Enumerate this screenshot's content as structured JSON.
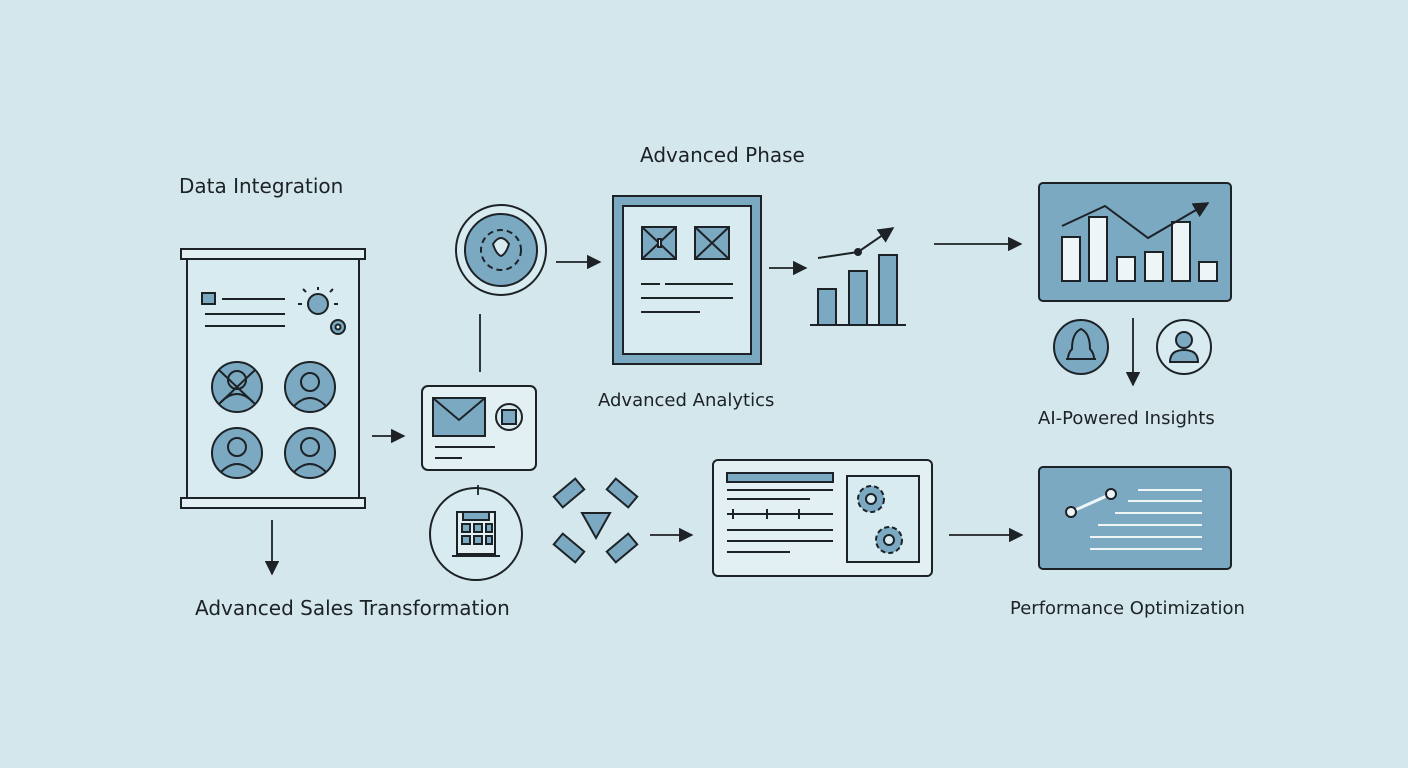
{
  "labels": {
    "data_integration": "Data Integration",
    "advanced_phase": "Advanced Phase",
    "advanced_analytics": "Advanced Analytics",
    "ai_powered_insights": "AI-Powered Insights",
    "advanced_sales_transformation": "Advanced Sales Transformation",
    "performance_optimization": "Performance Optimization"
  },
  "icons": {
    "poster": "document-board-icon",
    "gear_circle": "gear-circle-icon",
    "message_card": "message-card-icon",
    "building_circle": "building-circle-icon",
    "shapes": "scattered-shapes-icon",
    "analytics_doc": "analytics-document-icon",
    "small_chart": "bar-chart-icon",
    "insight_panel": "trend-chart-panel-icon",
    "bell_circle": "bell-icon",
    "user_circle": "user-icon",
    "settings_doc": "settings-document-icon",
    "performance_panel": "performance-panel-icon"
  },
  "colors": {
    "background": "#d3e7ec",
    "accent": "#7ba9c2",
    "line": "#1d2226"
  }
}
